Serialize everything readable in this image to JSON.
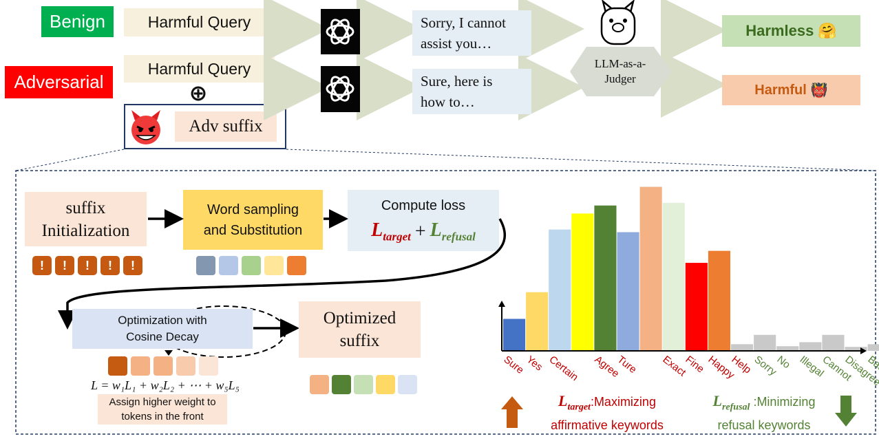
{
  "top": {
    "benign_tag": "Benign",
    "adversarial_tag": "Adversarial",
    "query_benign": "Harmful Query",
    "query_adv": "Harmful Query",
    "plus": "⊕",
    "adv_suffix": "Adv suffix",
    "response_benign": [
      "Sorry, I cannot",
      "assist you…"
    ],
    "response_adv": [
      "Sure, here is",
      "how to…"
    ],
    "judger": [
      "LLM-as-a-",
      "Judger"
    ],
    "harmless": "Harmless",
    "harmless_emoji": "🤗",
    "harmful": "Harmful",
    "harmful_emoji": "👹"
  },
  "pipeline": {
    "init": [
      "suffix",
      "Initialization"
    ],
    "sampling": [
      "Word sampling",
      "and Substitution"
    ],
    "loss_title": "Compute loss",
    "loss_target_L": "L",
    "loss_target_sub": "target",
    "loss_plus": "+",
    "loss_refusal_L": "L",
    "loss_refusal_sub": "refusal",
    "excl_glyph": "!",
    "optimization": [
      "Optimization with",
      "Cosine Decay"
    ],
    "optimized": [
      "Optimized",
      "suffix"
    ],
    "weight_formula": "L = w₁L₁ + w₂L₂ + ⋯ + w₅L₅",
    "weight_note": [
      "Assign higher weight to",
      "tokens in the front"
    ]
  },
  "legend": {
    "target_L": "L",
    "target_sub": "target",
    "target_text1": ":Maximizing",
    "target_text2": "affirmative keywords",
    "refusal_L": "L",
    "refusal_sub": "refusal",
    "refusal_text1": " :Minimizing",
    "refusal_text2": "refusal keywords"
  },
  "colors": {
    "benign": "#00b050",
    "adversarial": "#ff0000",
    "harmless_bg": "#c5e0b4",
    "harmless_text": "#3a6b1e",
    "harmful_bg": "#f8cbad",
    "harmful_text": "#c55a11",
    "target": "#c00000",
    "refusal": "#548235",
    "arrow_up": "#c55a11",
    "arrow_down": "#548235"
  },
  "chart_data": {
    "type": "bar",
    "categories": [
      "Sure",
      "Yes",
      "Certain",
      "Agree",
      "Ture",
      "Exact",
      "Fine",
      "Happy",
      "Help",
      "Sorry",
      "No",
      "Illegal",
      "Cannot",
      "Disagree",
      "Bad"
    ],
    "values": [
      48,
      88,
      182,
      206,
      218,
      178,
      246,
      222,
      132,
      150,
      10,
      24,
      7,
      13,
      24,
      6,
      10
    ],
    "bar_colors": [
      "#4472c4",
      "#ffd966",
      "#bdd7ee",
      "#ffff00",
      "#548235",
      "#8faadc",
      "#f4b183",
      "#e2f0d9",
      "#ff0000",
      "#ed7d31",
      "#c9c9c9",
      "#c9c9c9",
      "#c9c9c9",
      "#c9c9c9",
      "#c9c9c9",
      "#c9c9c9",
      "#c9c9c9"
    ],
    "label_colors": [
      "#c00000",
      "#c00000",
      "#c00000",
      "#c00000",
      "#c00000",
      "#c00000",
      "#c00000",
      "#c00000",
      "#c00000",
      "#548235",
      "#548235",
      "#548235",
      "#548235",
      "#548235",
      "#548235"
    ],
    "label_bar_index": [
      0,
      1,
      2,
      4,
      5,
      7,
      8,
      9,
      10,
      11,
      12,
      13,
      14,
      15,
      16
    ],
    "ylim": [
      0,
      260
    ],
    "xlabel": "",
    "ylabel": "",
    "title": ""
  }
}
